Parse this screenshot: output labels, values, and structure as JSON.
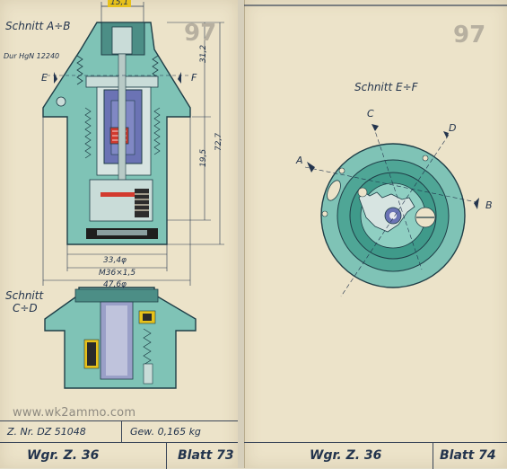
{
  "left_sheet": {
    "section_ab_label": "Schnitt A÷B",
    "material_note": "Dur HgN 12240",
    "cut_e": "E",
    "cut_f": "F",
    "dim_top_width": "15,1",
    "dim_upper_height": "31,2",
    "dim_lower_height": "19,5",
    "dim_total_height": "72,7",
    "dim_inner_dia": "33,4φ",
    "dim_thread": "M36×1,5",
    "dim_outer_dia": "47,6φ",
    "section_cd_label_line1": "Schnitt",
    "section_cd_label_line2": "C÷D",
    "watermark": "www.wk2ammo.com",
    "drawing_no": "Z. Nr. DZ 51048",
    "weight": "Gew. 0,165 kg",
    "part_name": "Wgr. Z. 36",
    "sheet": "Blatt 73",
    "stamp": "97"
  },
  "right_sheet": {
    "section_ef_label": "Schnitt E÷F",
    "cut_a": "A",
    "cut_b": "B",
    "cut_c": "C",
    "cut_d": "D",
    "part_name": "Wgr. Z. 36",
    "sheet": "Blatt 74",
    "stamp": "97"
  },
  "colors": {
    "body_teal": "#7fc3b6",
    "dark_teal": "#3f9a8a",
    "mechanism_blue": "#6b73b4",
    "part_red": "#d23a2e",
    "part_yellow": "#e7c11a",
    "ink": "#23344d",
    "paper": "#ece3c9"
  }
}
